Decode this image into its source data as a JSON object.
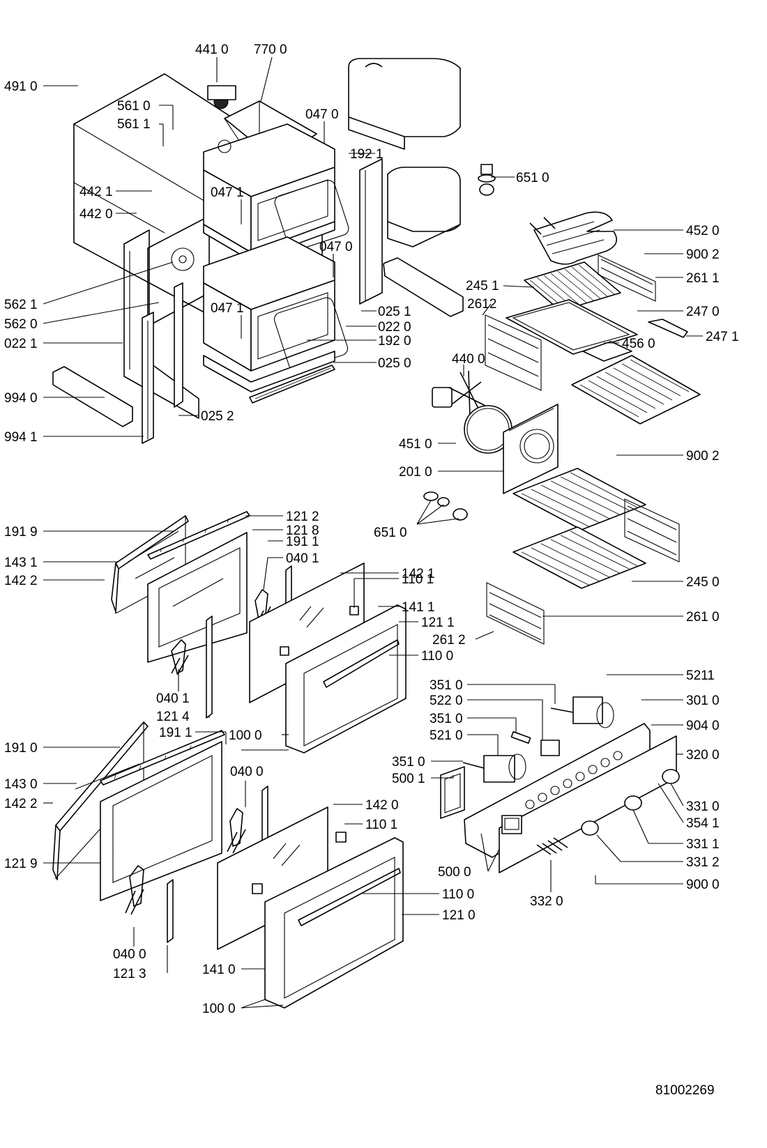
{
  "diagram": {
    "drawing_number": "81002269",
    "labels": [
      "441 0",
      "770 0",
      "491 0",
      "561 0",
      "561 1",
      "047 0",
      "192 1",
      "442 1",
      "442 0",
      "047 1",
      "047 0",
      "562 1",
      "562 0",
      "022 1",
      "047 1",
      "025 1",
      "022 0",
      "192 0",
      "025 0",
      "994 0",
      "025 2",
      "994 1",
      "651 0",
      "452 0",
      "900 2",
      "261 1",
      "245 1",
      "2612",
      "247 0",
      "247 1",
      "456 0",
      "440 0",
      "451 0",
      "201 0",
      "900 2",
      "651 0",
      "245 0",
      "261 0",
      "261 2",
      "121 2",
      "121 8",
      "191 9",
      "191 1",
      "143 1",
      "040 1",
      "142 1",
      "142 2",
      "110 1",
      "141 1",
      "121 1",
      "110 0",
      "040 1",
      "121 4",
      "100 0",
      "191 0",
      "191 1",
      "040 0",
      "143 0",
      "142 2",
      "142 0",
      "110 1",
      "121 9",
      "110 0",
      "121 0",
      "040 0",
      "121 3",
      "141 0",
      "100 0",
      "351 0",
      "5211",
      "522 0",
      "301 0",
      "351 0",
      "904 0",
      "521 0",
      "320 0",
      "351 0",
      "500 1",
      "331 0",
      "354 1",
      "331 1",
      "500 0",
      "331 2",
      "900 0",
      "332 0"
    ]
  }
}
